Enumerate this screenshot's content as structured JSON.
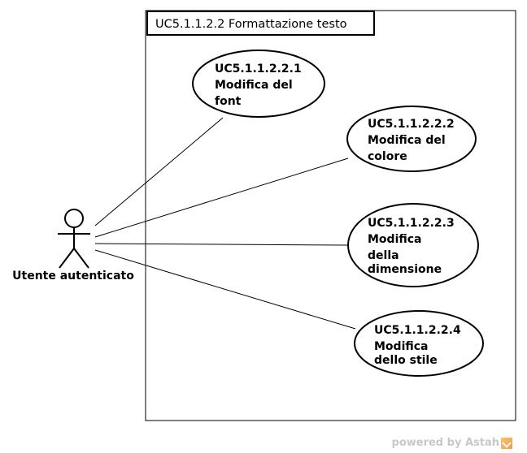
{
  "system": {
    "title": "UC5.1.1.2.2 Formattazione testo"
  },
  "actor": {
    "name": "Utente autenticato"
  },
  "use_cases": [
    {
      "id": "uc1",
      "lines": [
        "UC5.1.1.2.2.1",
        "Modifica del",
        "font"
      ]
    },
    {
      "id": "uc2",
      "lines": [
        "UC5.1.1.2.2.2",
        "Modifica del",
        "colore"
      ]
    },
    {
      "id": "uc3",
      "lines": [
        "UC5.1.1.2.2.3",
        "Modifica",
        "della",
        "dimensione"
      ]
    },
    {
      "id": "uc4",
      "lines": [
        "UC5.1.1.2.2.4",
        "Modifica",
        "dello stile"
      ]
    }
  ],
  "watermark": {
    "text": "powered by Astah"
  },
  "colors": {
    "line": "#000000",
    "background": "#ffffff",
    "watermark": "#c8c8c8"
  }
}
